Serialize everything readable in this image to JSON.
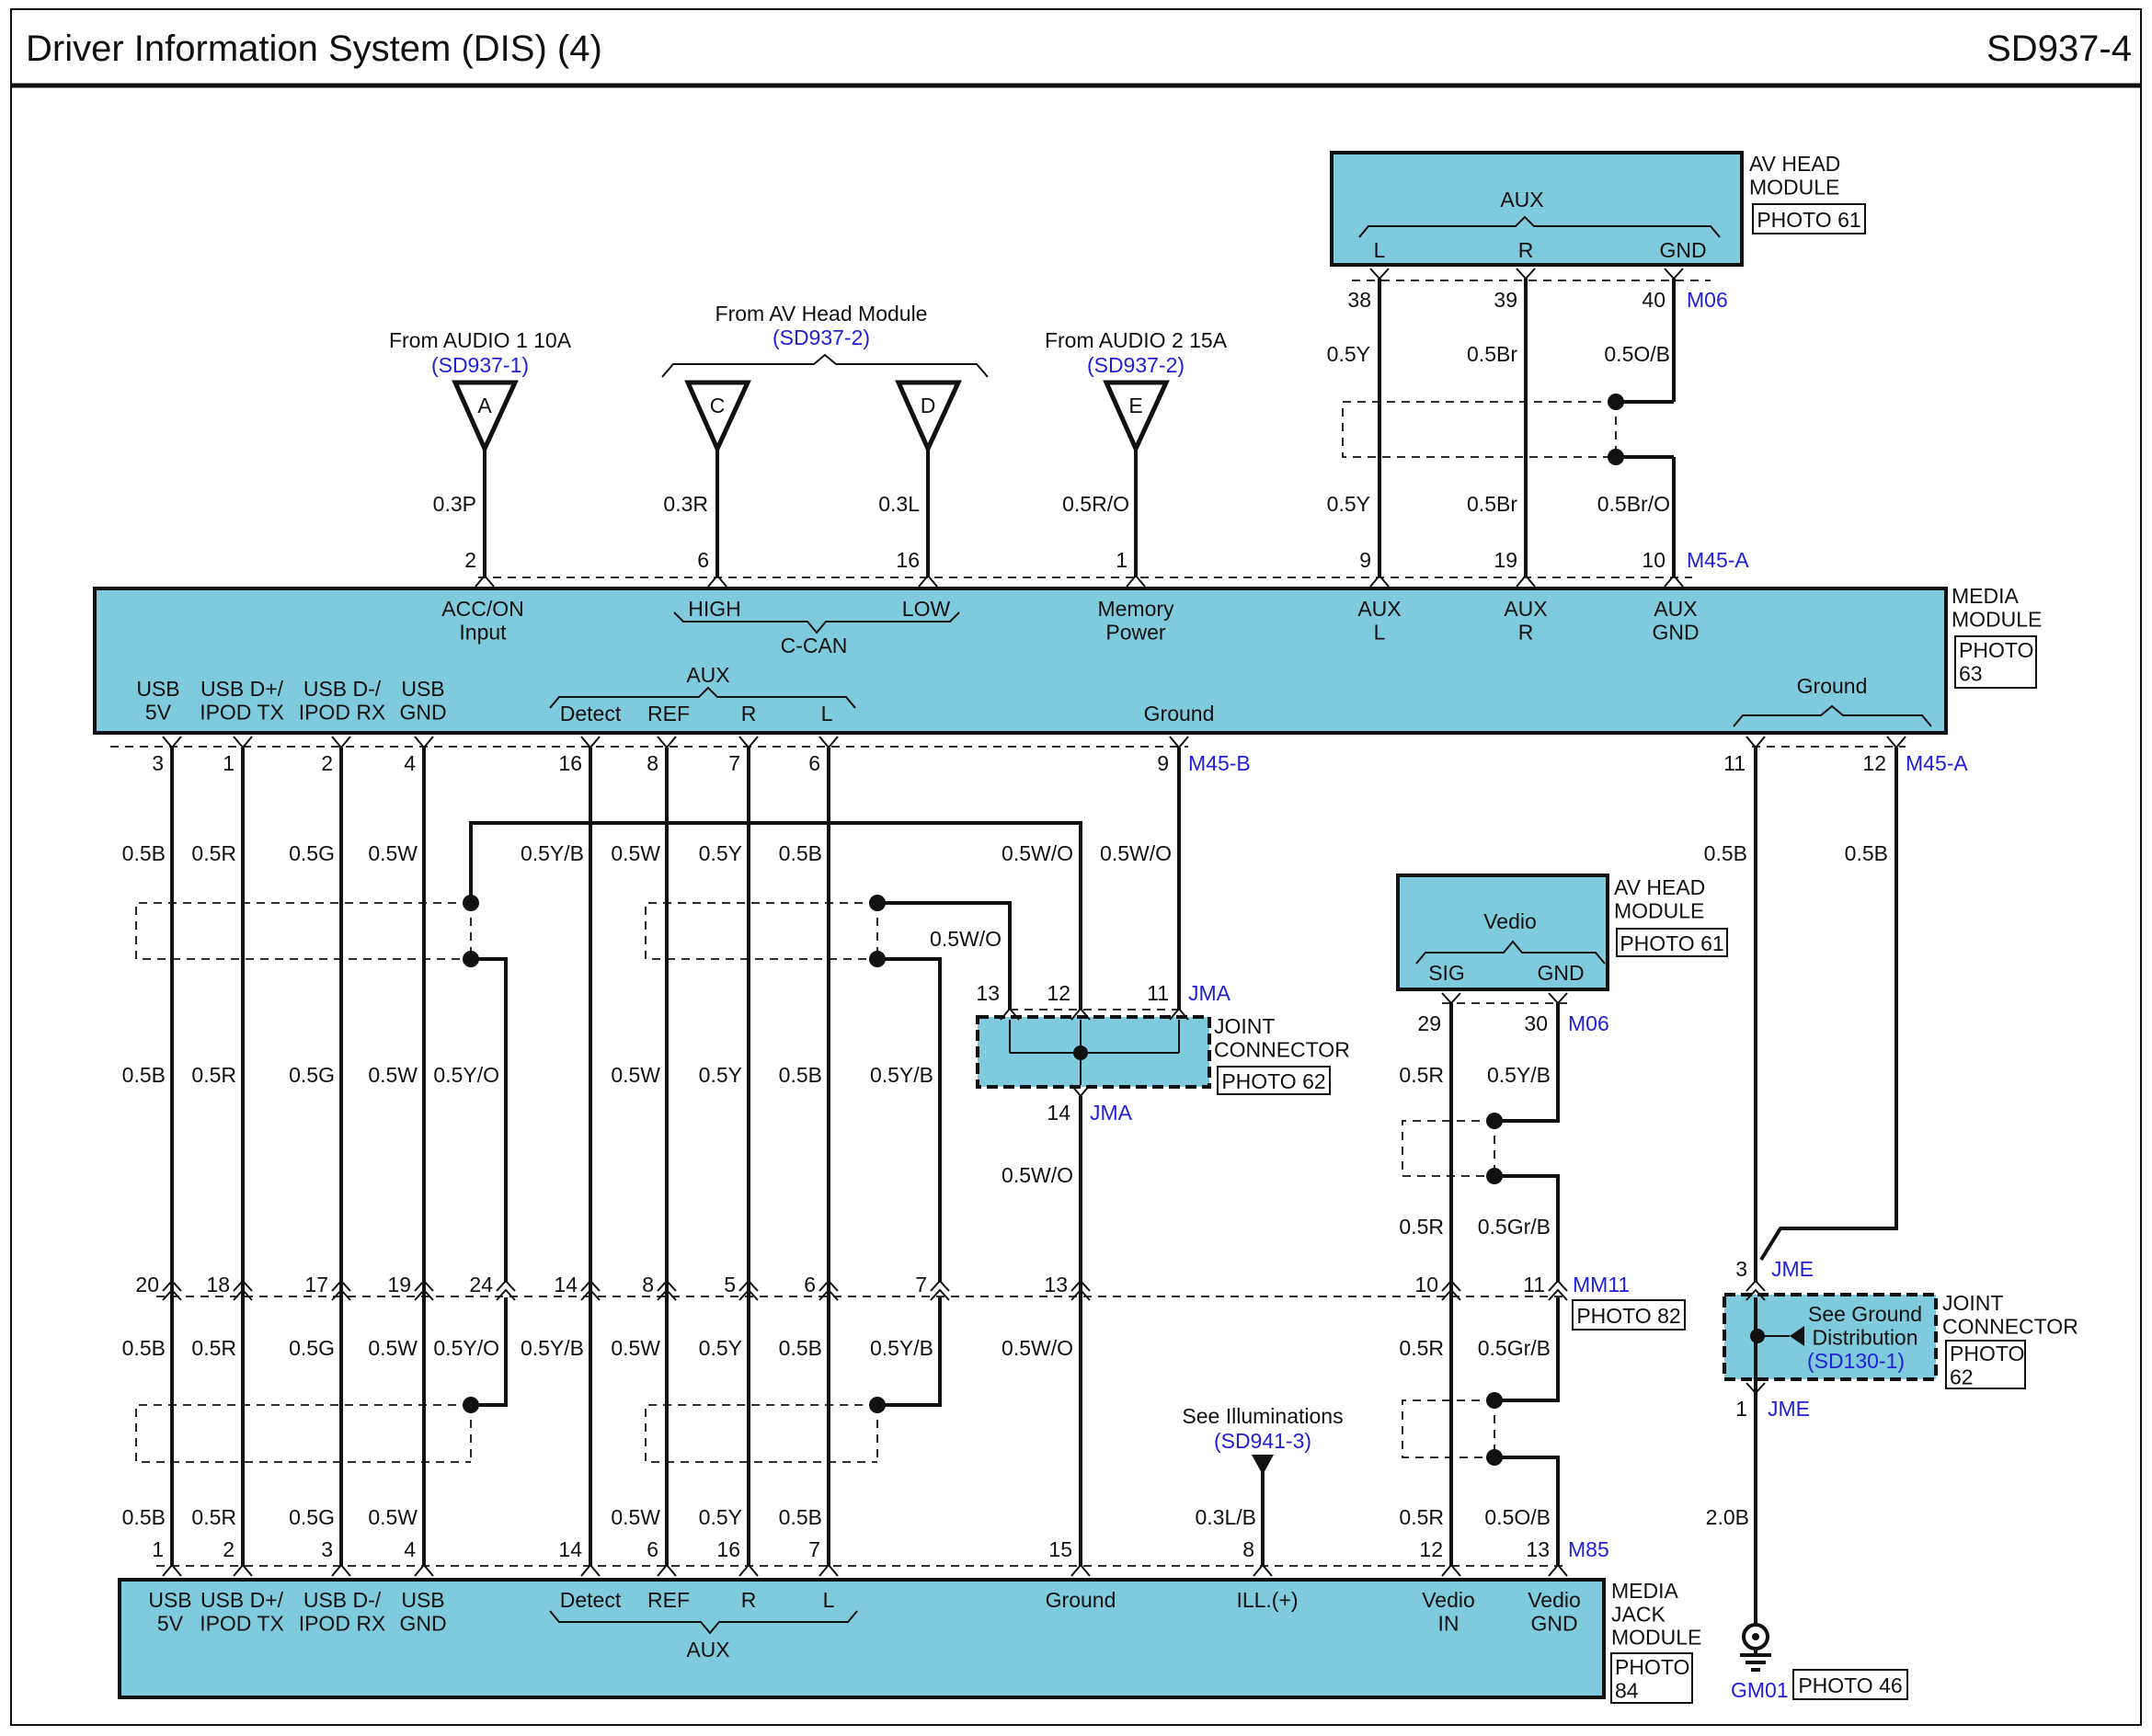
{
  "header": {
    "title": "Driver Information System (DIS) (4)",
    "code": "SD937-4"
  },
  "sources": [
    {
      "letter": "A",
      "label": "From AUDIO 1 10A",
      "ref": "(SD937-1)",
      "wire": "0.3P"
    },
    {
      "group_label": "From AV Head Module",
      "group_ref": "(SD937-2)"
    },
    {
      "letter": "C",
      "wire": "0.3R"
    },
    {
      "letter": "D",
      "wire": "0.3L"
    },
    {
      "letter": "E",
      "label": "From AUDIO 2 15A",
      "ref": "(SD937-2)",
      "wire": "0.5R/O"
    }
  ],
  "av_head_top": {
    "name": "AV HEAD\nMODULE",
    "photo": "PHOTO 61",
    "group": "AUX",
    "pins": [
      "L",
      "R",
      "GND"
    ],
    "pin_nums": [
      "38",
      "39",
      "40"
    ],
    "conn": "M06",
    "wires_top": [
      "0.5Y",
      "0.5Br",
      "0.5O/B"
    ],
    "wires_bottom": [
      "0.5Y",
      "0.5Br",
      "0.5Br/O"
    ]
  },
  "media_module": {
    "name": "MEDIA\nMODULE",
    "photo": "PHOTO\n63",
    "top_pin_nums": [
      "2",
      "6",
      "16",
      "1",
      "9",
      "19",
      "10"
    ],
    "top_conn": "M45-A",
    "top_labels": [
      "ACC/ON\nInput",
      "HIGH",
      "LOW",
      "C-CAN",
      "Memory\nPower",
      "AUX\nL",
      "AUX\nR",
      "AUX\nGND"
    ],
    "bottom_labels": [
      "USB\n5V",
      "USB D+/\nIPOD TX",
      "USB D-/\nIPOD RX",
      "USB\nGND",
      "Detect",
      "REF",
      "R",
      "L",
      "Ground"
    ],
    "aux_group": "AUX",
    "ground_group": "Ground",
    "bottom_pin_nums": [
      "3",
      "1",
      "2",
      "4",
      "16",
      "8",
      "7",
      "6",
      "9",
      "11",
      "12"
    ],
    "conn_b": "M45-B",
    "conn_a": "M45-A"
  },
  "wire_rows": {
    "row1": [
      "0.5B",
      "0.5R",
      "0.5G",
      "0.5W",
      "0.5Y/B",
      "0.5W",
      "0.5Y",
      "0.5B",
      "0.5W/O",
      "0.5W/O",
      "0.5B",
      "0.5B"
    ],
    "row1b": "0.5W/O",
    "row2": [
      "0.5B",
      "0.5R",
      "0.5G",
      "0.5W",
      "0.5Y/O",
      "0.5W",
      "0.5Y",
      "0.5B",
      "0.5Y/B"
    ],
    "row3": [
      "0.5B",
      "0.5R",
      "0.5G",
      "0.5W",
      "0.5Y/O",
      "0.5Y/B",
      "0.5W",
      "0.5Y",
      "0.5B",
      "0.5Y/B",
      "0.5W/O",
      "0.5R",
      "0.5Gr/B"
    ],
    "row4": [
      "0.5B",
      "0.5R",
      "0.5G",
      "0.5W",
      "0.5W",
      "0.5Y",
      "0.5B",
      "0.3L/B",
      "0.5R",
      "0.5O/B",
      "2.0B"
    ]
  },
  "joint_jma": {
    "name": "JOINT\nCONNECTOR",
    "photo": "PHOTO 62",
    "pins": [
      "13",
      "12",
      "11"
    ],
    "conn": "JMA",
    "out_pin": "14",
    "out_wire": "0.5W/O"
  },
  "av_head_mid": {
    "name": "AV HEAD\nMODULE",
    "photo": "PHOTO 61",
    "group": "Vedio",
    "pins": [
      "SIG",
      "GND"
    ],
    "pin_nums": [
      "29",
      "30"
    ],
    "conn": "M06",
    "wires": [
      "0.5R",
      "0.5Y/B",
      "0.5R",
      "0.5Gr/B"
    ]
  },
  "inline_mm11": {
    "pin_nums": [
      "20",
      "18",
      "17",
      "19",
      "24",
      "14",
      "8",
      "5",
      "6",
      "7",
      "13",
      "10",
      "11"
    ],
    "conn": "MM11",
    "photo": "PHOTO 82"
  },
  "joint_jme": {
    "name": "JOINT\nCONNECTOR",
    "photo": "PHOTO\n62",
    "top_pin": "3",
    "bottom_pin": "1",
    "conn": "JME",
    "note": "See Ground\nDistribution",
    "note_ref": "(SD130-1)"
  },
  "illum": {
    "label": "See Illuminations",
    "ref": "(SD941-3)"
  },
  "media_jack": {
    "name": "MEDIA\nJACK\nMODULE",
    "photo": "PHOTO\n84",
    "pin_nums": [
      "1",
      "2",
      "3",
      "4",
      "14",
      "6",
      "16",
      "7",
      "15",
      "8",
      "12",
      "13"
    ],
    "conn": "M85",
    "labels": [
      "USB\n5V",
      "USB D+/\nIPOD TX",
      "USB D-/\nIPOD RX",
      "USB\nGND",
      "Detect",
      "REF",
      "R",
      "L",
      "Ground",
      "ILL.(+)",
      "Vedio\nIN",
      "Vedio\nGND"
    ],
    "aux_group": "AUX"
  },
  "ground": {
    "name": "GM01",
    "photo": "PHOTO 46"
  }
}
